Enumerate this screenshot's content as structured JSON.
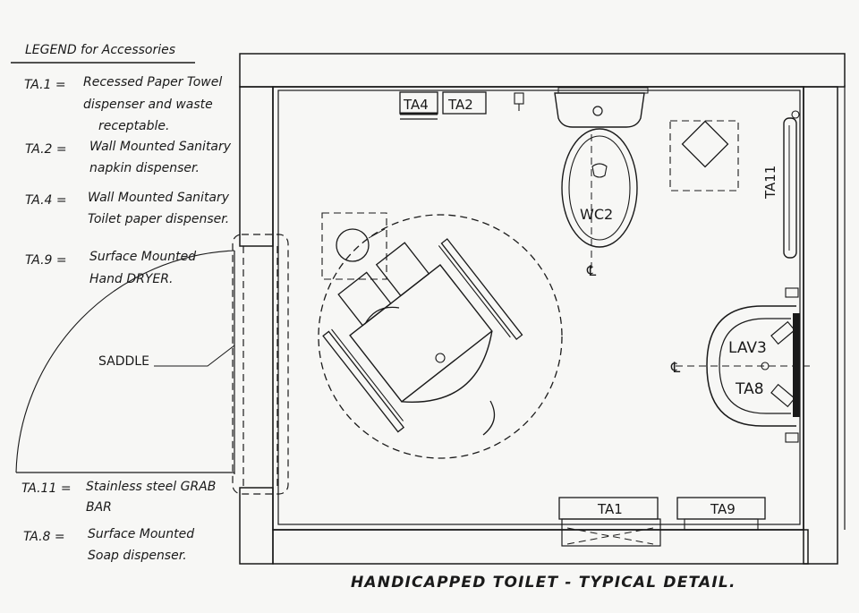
{
  "legend": {
    "title": "LEGEND for Accessories",
    "entries": [
      {
        "code": "TA.1 =",
        "lines": [
          "Recessed Paper Towel",
          "dispenser and waste",
          "receptable."
        ]
      },
      {
        "code": "TA.2 =",
        "lines": [
          "Wall Mounted Sanitary",
          "napkin dispenser."
        ]
      },
      {
        "code": "TA.4 =",
        "lines": [
          "Wall Mounted Sanitary",
          "Toilet paper dispenser."
        ]
      },
      {
        "code": "TA.9 =",
        "lines": [
          "Surface Mounted",
          "Hand DRYER."
        ]
      },
      {
        "code": "TA.11 =",
        "lines": [
          "Stainless steel GRAB",
          "BAR"
        ]
      },
      {
        "code": "TA.8 =",
        "lines": [
          "Surface Mounted",
          "Soap dispenser."
        ]
      }
    ]
  },
  "plan_labels": {
    "ta4": "TA4",
    "ta2": "TA2",
    "wc2": "WC2",
    "ta11": "TA11",
    "lav3": "LAV3",
    "ta8": "TA8",
    "ta1": "TA1",
    "ta9": "TA9",
    "saddle": "SADDLE",
    "centerline": "℄"
  },
  "caption": "HANDICAPPED TOILET - TYPICAL DETAIL."
}
